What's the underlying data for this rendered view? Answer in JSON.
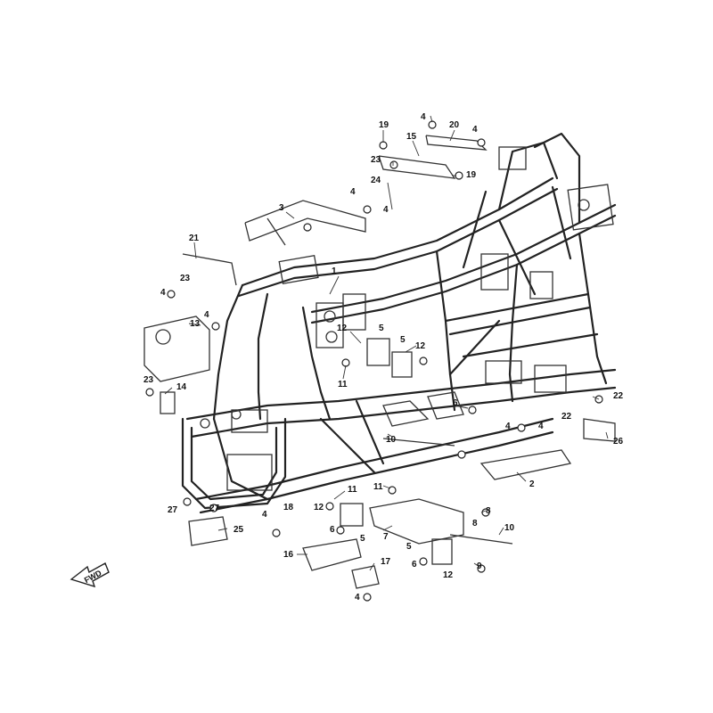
{
  "callouts": [
    {
      "id": "c19a",
      "text": "19"
    },
    {
      "id": "c4a",
      "text": "4"
    },
    {
      "id": "c20",
      "text": "20"
    },
    {
      "id": "c4b",
      "text": "4"
    },
    {
      "id": "c15",
      "text": "15"
    },
    {
      "id": "c23a",
      "text": "23"
    },
    {
      "id": "c19b",
      "text": "19"
    },
    {
      "id": "c24",
      "text": "24"
    },
    {
      "id": "c4c",
      "text": "4"
    },
    {
      "id": "c3",
      "text": "3"
    },
    {
      "id": "c4d",
      "text": "4"
    },
    {
      "id": "c21",
      "text": "21"
    },
    {
      "id": "c23b",
      "text": "23"
    },
    {
      "id": "c4e",
      "text": "4"
    },
    {
      "id": "c1",
      "text": "1"
    },
    {
      "id": "c13",
      "text": "13"
    },
    {
      "id": "c4f",
      "text": "4"
    },
    {
      "id": "c12a",
      "text": "12"
    },
    {
      "id": "c5a",
      "text": "5"
    },
    {
      "id": "c5b",
      "text": "5"
    },
    {
      "id": "c12b",
      "text": "12"
    },
    {
      "id": "c11a",
      "text": "11"
    },
    {
      "id": "c23c",
      "text": "23"
    },
    {
      "id": "c14",
      "text": "14"
    },
    {
      "id": "c6a",
      "text": "6"
    },
    {
      "id": "c10a",
      "text": "10"
    },
    {
      "id": "c4g",
      "text": "4"
    },
    {
      "id": "c4h",
      "text": "4"
    },
    {
      "id": "c22a",
      "text": "22"
    },
    {
      "id": "c22b",
      "text": "22"
    },
    {
      "id": "c26",
      "text": "26"
    },
    {
      "id": "c2",
      "text": "2"
    },
    {
      "id": "c11b",
      "text": "11"
    },
    {
      "id": "c11c",
      "text": "11"
    },
    {
      "id": "c12c",
      "text": "12"
    },
    {
      "id": "c8a",
      "text": "8"
    },
    {
      "id": "c27a",
      "text": "27"
    },
    {
      "id": "c27b",
      "text": "27"
    },
    {
      "id": "c4i",
      "text": "4"
    },
    {
      "id": "c18",
      "text": "18"
    },
    {
      "id": "c25",
      "text": "25"
    },
    {
      "id": "c6b",
      "text": "6"
    },
    {
      "id": "c5c",
      "text": "5"
    },
    {
      "id": "c7",
      "text": "7"
    },
    {
      "id": "c8b",
      "text": "8"
    },
    {
      "id": "c10b",
      "text": "10"
    },
    {
      "id": "c16",
      "text": "16"
    },
    {
      "id": "c17",
      "text": "17"
    },
    {
      "id": "c5d",
      "text": "5"
    },
    {
      "id": "c6c",
      "text": "6"
    },
    {
      "id": "c12d",
      "text": "12"
    },
    {
      "id": "c9",
      "text": "9"
    },
    {
      "id": "c4j",
      "text": "4"
    }
  ],
  "fwd_label": "FWD"
}
